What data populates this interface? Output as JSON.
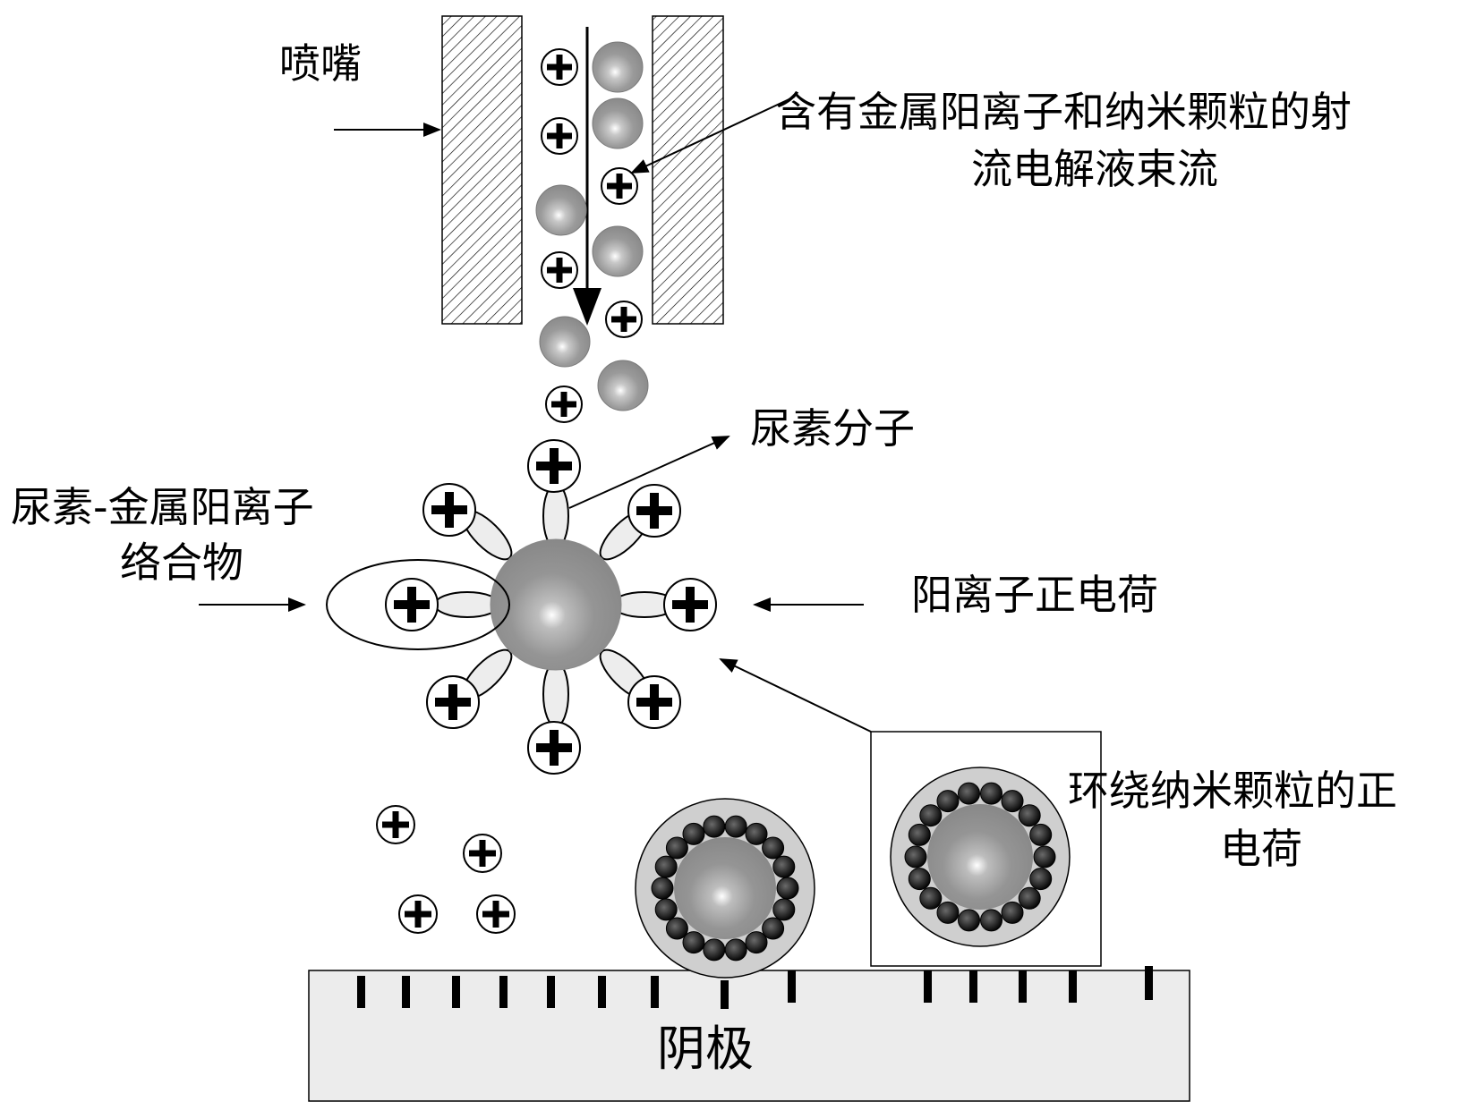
{
  "labels": {
    "nozzle": "喷嘴",
    "jet_line1": "含有金属阳离子和纳米颗粒的射",
    "jet_line2": "流电解液束流",
    "urea_molecule": "尿素分子",
    "complex_line1": "尿素-金属阳离子",
    "complex_line2": "络合物",
    "cation_charge": "阳离子正电荷",
    "surround_line1": "环绕纳米颗粒的正",
    "surround_line2": "电荷",
    "cathode": "阴极"
  },
  "colors": {
    "ink": "#000000",
    "particle_gray": "#8c8c8c",
    "halo_gray": "#cfcfcf",
    "cathode_fill": "#ececec",
    "molecule_fill": "#ededed"
  },
  "icons": {
    "cation": "plus-in-circle",
    "nanoparticle": "shaded-sphere",
    "urea": "ellipse"
  }
}
